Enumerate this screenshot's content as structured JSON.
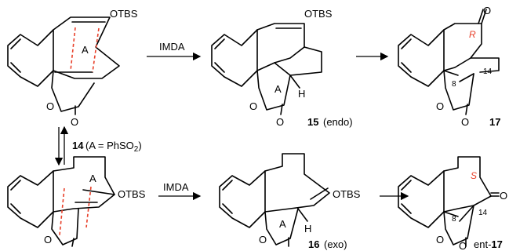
{
  "labels": {
    "otbs": "OTBS",
    "a": "A",
    "h": "H",
    "o": "O",
    "imda": "IMDA",
    "c8": "8",
    "c14": "14",
    "stereo_r": "R",
    "stereo_s": "S"
  },
  "compounds": {
    "c14_num": "14",
    "c14_note": "(A = PhSO",
    "c14_sub": "2",
    "c14_close": ")",
    "c15_num": "15",
    "c15_tag": "(endo)",
    "c16_num": "16",
    "c16_tag": "(exo)",
    "c17_num": "17",
    "ent_prefix": "ent-",
    "ent_num": "17"
  },
  "colors": {
    "accent": "#e8402a",
    "ink": "#000000"
  }
}
